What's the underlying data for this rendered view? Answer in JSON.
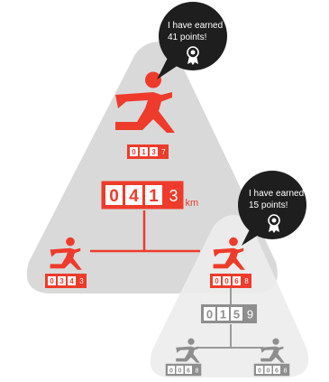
{
  "bubbles": {
    "top": {
      "line1": "I have earned",
      "line2": "41 points!",
      "icon": "award-ribbon-icon"
    },
    "right": {
      "line1": "I have earned",
      "line2": "15 points!",
      "icon": "award-ribbon-icon"
    }
  },
  "counters": {
    "top_runner": {
      "digits": [
        "0",
        "1",
        "3"
      ],
      "decimal": "7"
    },
    "team_total": {
      "digits": [
        "0",
        "4",
        "1"
      ],
      "decimal": "3",
      "unit": "km"
    },
    "left_runner": {
      "digits": [
        "0",
        "3",
        "4"
      ],
      "decimal": "3"
    },
    "right_runner": {
      "digits": [
        "0",
        "0",
        "6"
      ],
      "decimal": "8"
    },
    "sub_total": {
      "digits": [
        "0",
        "1",
        "5"
      ],
      "decimal": "9"
    },
    "sub_left": {
      "digits": [
        "0",
        "0",
        "6"
      ],
      "decimal": "8"
    },
    "sub_right": {
      "digits": [
        "0",
        "0",
        "6"
      ],
      "decimal": "8"
    }
  },
  "colors": {
    "accent": "#ee3b2b",
    "gray": "#8e8e8e",
    "light_gray": "#b0b0b0",
    "big_triangle": "#d8d8d8",
    "small_triangle": "#eaeaea",
    "bubble": "#1e1e1e"
  }
}
